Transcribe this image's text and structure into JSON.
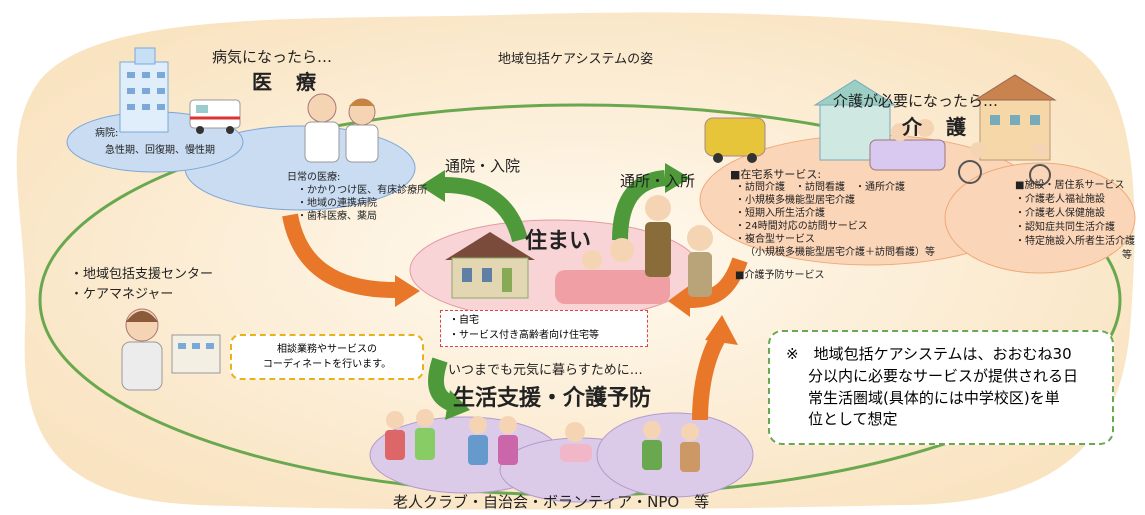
{
  "title": "地域包括ケアシステムの姿",
  "medical": {
    "heading_small": "病気になったら…",
    "heading_big": "医　療",
    "hospital_label": "病院:",
    "hospital_types": "急性期、回復期、慢性期",
    "daily_heading": "日常の医療:",
    "daily_items": [
      "・かかりつけ医、有床診療所",
      "・地域の連携病院",
      "・歯科医療、薬局"
    ]
  },
  "care": {
    "heading_small": "介護が必要になったら…",
    "heading_big": "介　護",
    "home_heading": "■在宅系サービス:",
    "home_items": [
      "・訪問介護　・訪問看護　・通所介護",
      "・小規模多機能型居宅介護",
      "・短期入所生活介護",
      "・24時間対応の訪問サービス",
      "・複合型サービス",
      "（小規模多機能型居宅介護＋訪問看護）等"
    ],
    "prevention": "■介護予防サービス",
    "facility_heading": "■施設・居住系サービス",
    "facility_items": [
      "・介護老人福祉施設",
      "・介護老人保健施設",
      "・認知症共同生活介護",
      "・特定施設入所者生活介護"
    ],
    "facility_suffix": "等"
  },
  "home": {
    "heading": "住まい",
    "items": [
      "・自宅",
      "・サービス付き高齢者向け住宅等"
    ]
  },
  "arrows": {
    "hospital": "通院・入院",
    "daycare": "通所・入所"
  },
  "support_center": {
    "lines": [
      "・地域包括支援センター",
      "・ケアマネジャー"
    ],
    "note_lines": [
      "相談業務やサービスの",
      "コーディネートを行います。"
    ]
  },
  "life_support": {
    "lead": "いつまでも元気に暮らすために…",
    "heading": "生活支援・介護予防",
    "footer": "老人クラブ・自治会・ボランティア・NPO　等"
  },
  "note": {
    "lines": [
      "※　地域包括ケアシステムは、おおむね30",
      "分以内に必要なサービスが提供される日",
      "常生活圏域(具体的には中学校区)を単",
      "位として想定"
    ]
  },
  "colors": {
    "background": "#fdf0d8",
    "ring": "#6aa84f",
    "medical_oval": "#c9dcf2",
    "care_oval": "#fbd5b8",
    "home_oval": "#f9d4d6",
    "life_oval": "#dccbe8",
    "arrow_green": "#4e9a3a",
    "arrow_orange": "#e8772a"
  }
}
